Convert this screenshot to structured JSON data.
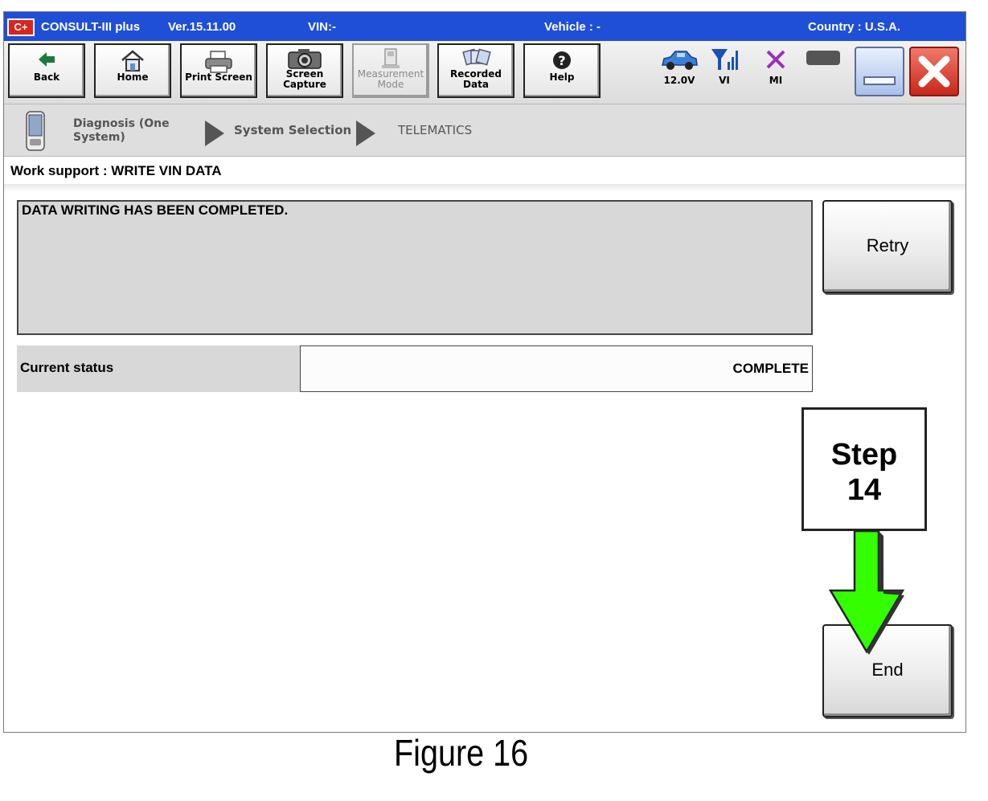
{
  "titlebar": {
    "app_logo": "C+",
    "app_name": "CONSULT-III plus",
    "version": "Ver.15.11.00",
    "vin": "VIN:-",
    "vehicle": "Vehicle : -",
    "country": "Country : U.S.A."
  },
  "toolbar": {
    "back": "Back",
    "home": "Home",
    "print_screen": "Print Screen",
    "screen_capture_1": "Screen",
    "screen_capture_2": "Capture",
    "measurement_1": "Measurement",
    "measurement_2": "Mode",
    "recorded_1": "Recorded",
    "recorded_2": "Data",
    "help": "Help",
    "battery_voltage": "12.0V",
    "vi_label": "VI",
    "mi_label": "MI"
  },
  "breadcrumb": {
    "item1_line1": "Diagnosis (One",
    "item1_line2": "System)",
    "item2": "System Selection",
    "item3": "TELEMATICS"
  },
  "page": {
    "title": "Work support : WRITE VIN DATA",
    "message": "DATA WRITING HAS BEEN COMPLETED.",
    "status_label": "Current status",
    "status_value": "COMPLETE"
  },
  "buttons": {
    "retry": "Retry",
    "end": "End"
  },
  "annotation": {
    "step_line1": "Step",
    "step_line2": "14",
    "arrow_color": "#33ff00"
  },
  "caption": "Figure 16",
  "colors": {
    "titlebar": "#1f4fd6",
    "close_button": "#d9261c",
    "panel_gray": "#d8d8d8"
  }
}
